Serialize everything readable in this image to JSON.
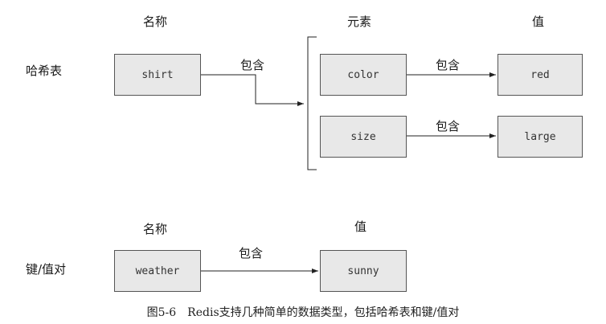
{
  "hash_section": {
    "row_label": "哈希表",
    "name_header": "名称",
    "elements_header": "元素",
    "value_header": "值",
    "key_box": "shirt",
    "contains_label": "包含",
    "entries": [
      {
        "field": "color",
        "contains": "包含",
        "value": "red"
      },
      {
        "field": "size",
        "contains": "包含",
        "value": "large"
      }
    ]
  },
  "string_section": {
    "row_label": "键/值对",
    "name_header": "名称",
    "value_header": "值",
    "key_box": "weather",
    "contains_label": "包含",
    "value_box": "sunny"
  },
  "caption": "图5-6　Redis支持几种简单的数据类型，包括哈希表和键/值对"
}
